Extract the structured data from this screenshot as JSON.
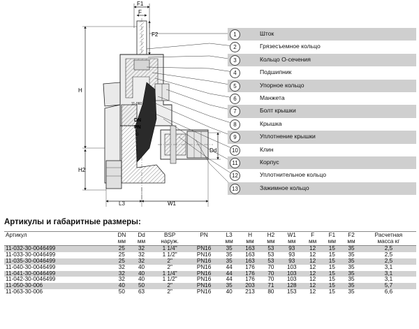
{
  "dimensions": {
    "f1": "F1",
    "f": "F",
    "f2": "F2",
    "h": "H",
    "h2": "H2",
    "dd": "Dd",
    "l3": "L3",
    "w1": "W1"
  },
  "markings": {
    "dn": "DN",
    "pn": "PN"
  },
  "legend": [
    {
      "n": "1",
      "label": "Шток"
    },
    {
      "n": "2",
      "label": "Грязесъемное кольцо"
    },
    {
      "n": "3",
      "label": "Кольцо О-сечения"
    },
    {
      "n": "4",
      "label": "Подшипник"
    },
    {
      "n": "5",
      "label": "Упорное кольцо"
    },
    {
      "n": "6",
      "label": "Манжета"
    },
    {
      "n": "7",
      "label": "Болт крышки"
    },
    {
      "n": "8",
      "label": "Крышка"
    },
    {
      "n": "9",
      "label": "Уплотнение крышки"
    },
    {
      "n": "10",
      "label": "Клин"
    },
    {
      "n": "11",
      "label": "Корпус"
    },
    {
      "n": "12",
      "label": "Уплотнительное кольцо"
    },
    {
      "n": "13",
      "label": "Зажимное кольцо"
    }
  ],
  "section_title": "Артикулы и габаритные размеры:",
  "table": {
    "headers": [
      "Артикул",
      "DN",
      "Dd",
      "BSP",
      "PN",
      "L3",
      "H",
      "H2",
      "W1",
      "F",
      "F1",
      "F2",
      "Расчетная"
    ],
    "units": [
      "",
      "мм",
      "мм",
      "наруж.",
      "",
      "мм",
      "мм",
      "мм",
      "мм",
      "мм",
      "мм",
      "мм",
      "масса кг"
    ],
    "rows": [
      [
        "11-032-30-0046499",
        "25",
        "32",
        "1 1/4\"",
        "PN16",
        "35",
        "163",
        "53",
        "93",
        "12",
        "15",
        "35",
        "2,5"
      ],
      [
        "11-033-30-0046499",
        "25",
        "32",
        "1 1/2\"",
        "PN16",
        "35",
        "163",
        "53",
        "93",
        "12",
        "15",
        "35",
        "2,5"
      ],
      [
        "11-035-30-0046499",
        "25",
        "32",
        "2\"",
        "PN16",
        "35",
        "163",
        "53",
        "93",
        "12",
        "15",
        "35",
        "2,5"
      ],
      [
        "11-040-30-0046499",
        "32",
        "40",
        "2\"",
        "PN16",
        "44",
        "176",
        "70",
        "103",
        "12",
        "15",
        "35",
        "3,1"
      ],
      [
        "11-041-30-0046499",
        "32",
        "40",
        "1 1/4\"",
        "PN16",
        "44",
        "176",
        "70",
        "103",
        "12",
        "15",
        "35",
        "3,1"
      ],
      [
        "11-042-30-0046499",
        "32",
        "40",
        "1 1/2\"",
        "PN16",
        "44",
        "176",
        "70",
        "103",
        "12",
        "15",
        "35",
        "3,1"
      ],
      [
        "11-050-30-006",
        "40",
        "50",
        "2\"",
        "PN16",
        "35",
        "203",
        "71",
        "128",
        "12",
        "15",
        "35",
        "5,7"
      ],
      [
        "11-063-30-006",
        "50",
        "63",
        "2\"",
        "PN16",
        "40",
        "213",
        "80",
        "153",
        "12",
        "15",
        "35",
        "6,6"
      ]
    ]
  }
}
